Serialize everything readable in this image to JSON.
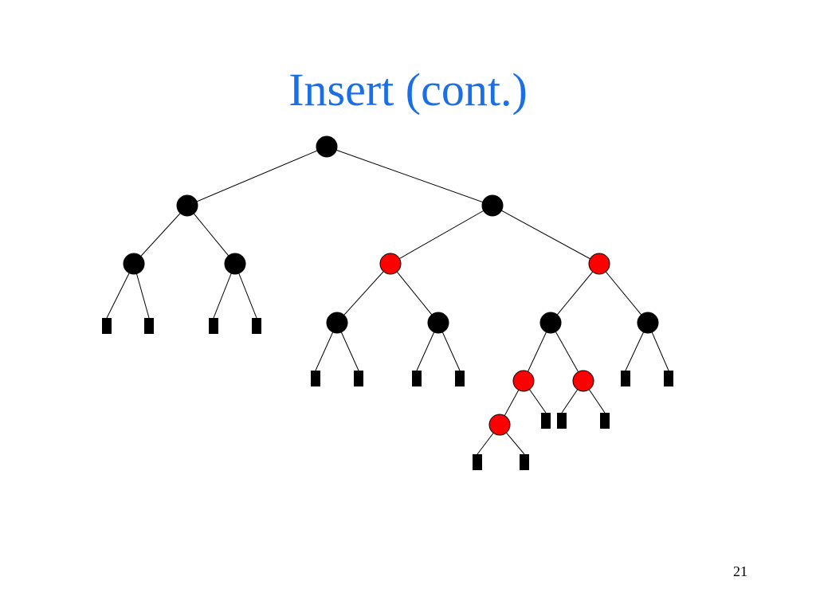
{
  "slide": {
    "title": "Insert (cont.)",
    "page_number": "21"
  },
  "colors": {
    "title": "#1a6ee6",
    "black_node": "#000000",
    "red_node": "#ff0000",
    "edge": "#000000",
    "leaf": "#000000"
  },
  "tree": {
    "color": "black",
    "children": [
      {
        "color": "black",
        "children": [
          {
            "color": "black",
            "children": [
              {
                "leaf": true
              },
              {
                "leaf": true
              }
            ]
          },
          {
            "color": "black",
            "children": [
              {
                "leaf": true
              },
              {
                "leaf": true
              }
            ]
          }
        ]
      },
      {
        "color": "black",
        "children": [
          {
            "color": "red",
            "children": [
              {
                "color": "black",
                "children": [
                  {
                    "leaf": true
                  },
                  {
                    "leaf": true
                  }
                ]
              },
              {
                "color": "black",
                "children": [
                  {
                    "leaf": true
                  },
                  {
                    "leaf": true
                  }
                ]
              }
            ]
          },
          {
            "color": "red",
            "children": [
              {
                "color": "black",
                "children": [
                  {
                    "color": "red",
                    "children": [
                      {
                        "color": "red",
                        "children": [
                          {
                            "leaf": true
                          },
                          {
                            "leaf": true
                          }
                        ]
                      },
                      {
                        "leaf": true
                      }
                    ]
                  },
                  {
                    "color": "red",
                    "children": [
                      {
                        "leaf": true
                      },
                      {
                        "leaf": true
                      }
                    ]
                  }
                ]
              },
              {
                "color": "black",
                "children": [
                  {
                    "leaf": true
                  },
                  {
                    "leaf": true
                  }
                ]
              }
            ]
          }
        ]
      }
    ]
  }
}
